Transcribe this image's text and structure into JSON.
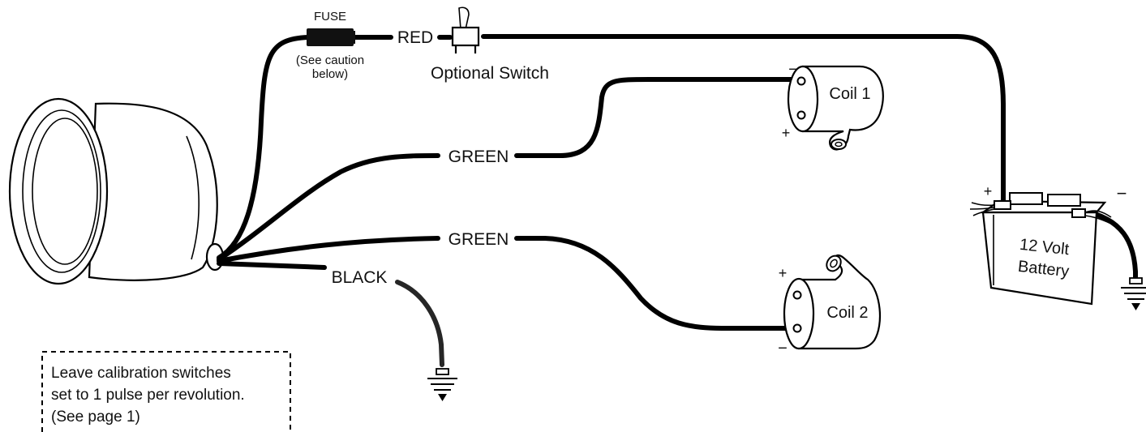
{
  "labels": {
    "fuse": "FUSE",
    "fuse_note_line1": "(See caution",
    "fuse_note_line2": "below)",
    "red": "RED",
    "optional_switch": "Optional Switch",
    "green_1": "GREEN",
    "green_2": "GREEN",
    "black": "BLACK",
    "coil_1": "Coil 1",
    "coil_2": "Coil 2",
    "battery_line1": "12 Volt",
    "battery_line2": "Battery",
    "plus": "+",
    "minus": "−"
  },
  "note": {
    "line1": "Leave calibration switches",
    "line2": "set to 1 pulse per revolution.",
    "line3": "(See page 1)"
  }
}
